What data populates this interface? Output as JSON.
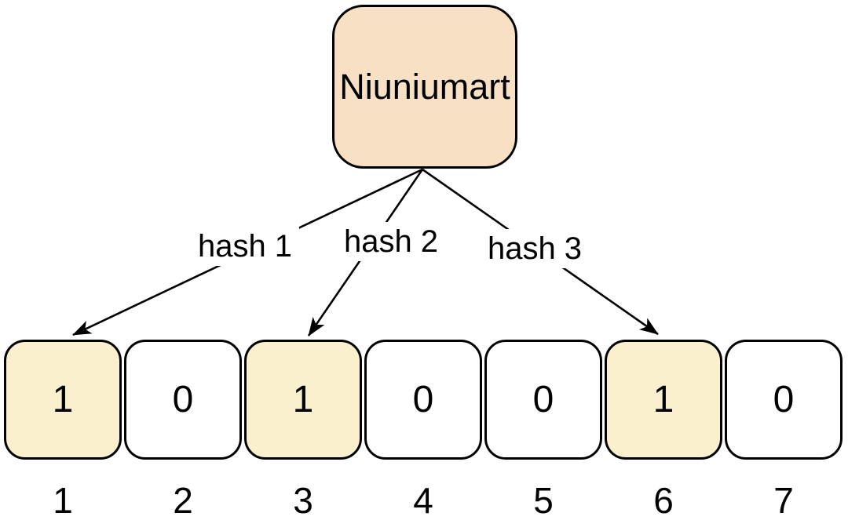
{
  "diagram": {
    "item_label": "Niuniumart",
    "hash_labels": [
      "hash 1",
      "hash 2",
      "hash 3"
    ],
    "cells": [
      {
        "value": "1",
        "index": "1",
        "highlighted": true
      },
      {
        "value": "0",
        "index": "2",
        "highlighted": false
      },
      {
        "value": "1",
        "index": "3",
        "highlighted": true
      },
      {
        "value": "0",
        "index": "4",
        "highlighted": false
      },
      {
        "value": "0",
        "index": "5",
        "highlighted": false
      },
      {
        "value": "1",
        "index": "6",
        "highlighted": true
      },
      {
        "value": "0",
        "index": "7",
        "highlighted": false
      }
    ],
    "colors": {
      "item_box_fill": "#F8E0C4",
      "highlight_cell_fill": "#FAF0CD",
      "default_cell_fill": "#FFFFFF",
      "stroke": "#000000"
    }
  }
}
